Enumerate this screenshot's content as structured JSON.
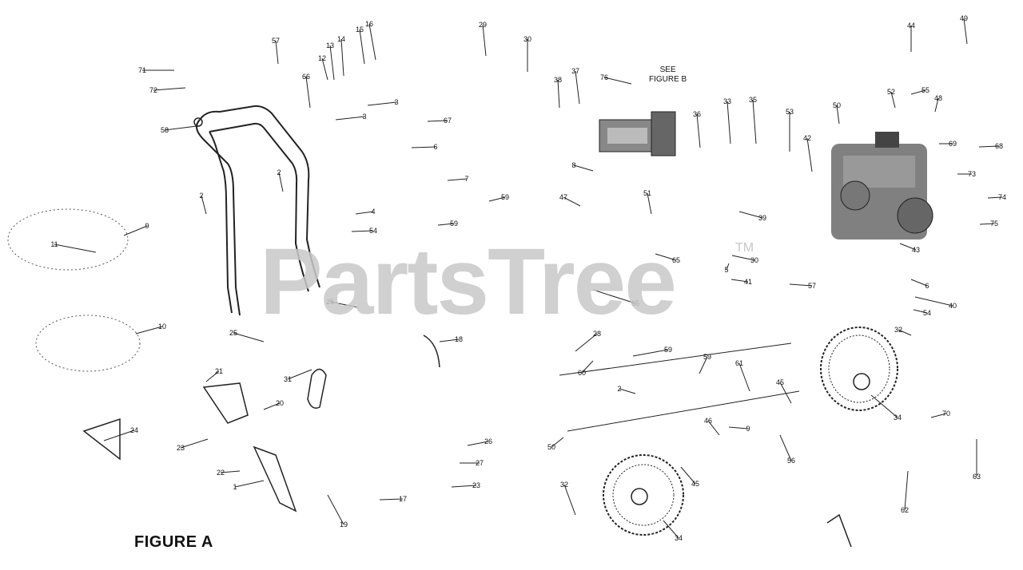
{
  "figure_title": "FIGURE A",
  "see_note": {
    "line1": "SEE",
    "line2": "FIGURE B"
  },
  "watermark": {
    "brand": "PartsTree",
    "mark": "TM"
  },
  "callouts": [
    {
      "n": "71"
    },
    {
      "n": "72"
    },
    {
      "n": "58"
    },
    {
      "n": "57"
    },
    {
      "n": "66"
    },
    {
      "n": "12"
    },
    {
      "n": "13"
    },
    {
      "n": "14"
    },
    {
      "n": "15"
    },
    {
      "n": "16"
    },
    {
      "n": "3"
    },
    {
      "n": "3"
    },
    {
      "n": "67"
    },
    {
      "n": "6"
    },
    {
      "n": "29"
    },
    {
      "n": "30"
    },
    {
      "n": "38"
    },
    {
      "n": "37"
    },
    {
      "n": "76"
    },
    {
      "n": "36"
    },
    {
      "n": "33"
    },
    {
      "n": "35"
    },
    {
      "n": "53"
    },
    {
      "n": "50"
    },
    {
      "n": "52"
    },
    {
      "n": "55"
    },
    {
      "n": "48"
    },
    {
      "n": "44"
    },
    {
      "n": "49"
    },
    {
      "n": "69"
    },
    {
      "n": "68"
    },
    {
      "n": "73"
    },
    {
      "n": "74"
    },
    {
      "n": "75"
    },
    {
      "n": "42"
    },
    {
      "n": "43"
    },
    {
      "n": "2"
    },
    {
      "n": "2"
    },
    {
      "n": "9"
    },
    {
      "n": "11"
    },
    {
      "n": "4"
    },
    {
      "n": "54"
    },
    {
      "n": "7"
    },
    {
      "n": "59"
    },
    {
      "n": "59"
    },
    {
      "n": "8"
    },
    {
      "n": "47"
    },
    {
      "n": "51"
    },
    {
      "n": "39"
    },
    {
      "n": "65"
    },
    {
      "n": "30"
    },
    {
      "n": "41"
    },
    {
      "n": "5"
    },
    {
      "n": "57"
    },
    {
      "n": "65"
    },
    {
      "n": "6"
    },
    {
      "n": "40"
    },
    {
      "n": "54"
    },
    {
      "n": "10"
    },
    {
      "n": "25"
    },
    {
      "n": "25"
    },
    {
      "n": "18"
    },
    {
      "n": "28"
    },
    {
      "n": "59"
    },
    {
      "n": "59"
    },
    {
      "n": "61"
    },
    {
      "n": "32"
    },
    {
      "n": "60"
    },
    {
      "n": "2"
    },
    {
      "n": "45"
    },
    {
      "n": "34"
    },
    {
      "n": "70"
    },
    {
      "n": "21"
    },
    {
      "n": "31"
    },
    {
      "n": "20"
    },
    {
      "n": "24"
    },
    {
      "n": "23"
    },
    {
      "n": "46"
    },
    {
      "n": "9"
    },
    {
      "n": "56"
    },
    {
      "n": "26"
    },
    {
      "n": "27"
    },
    {
      "n": "23"
    },
    {
      "n": "22"
    },
    {
      "n": "1"
    },
    {
      "n": "17"
    },
    {
      "n": "19"
    },
    {
      "n": "50"
    },
    {
      "n": "45"
    },
    {
      "n": "32"
    },
    {
      "n": "34"
    },
    {
      "n": "63"
    },
    {
      "n": "62"
    }
  ]
}
